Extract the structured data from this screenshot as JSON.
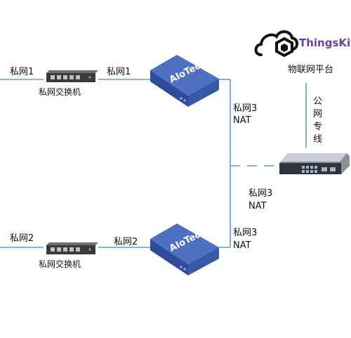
{
  "colors": {
    "line": "#5b9bd5",
    "gateway_top": "#4f6fc3",
    "gateway_side": "#3a58a8",
    "switch_body": "#3a3a3a",
    "brand_purple": "#6b3fa0"
  },
  "platform": {
    "brand_name": "ThingsKit",
    "caption": "物联网平台",
    "link_label": [
      "公",
      "网",
      "专",
      "线"
    ]
  },
  "top_branch": {
    "left_label": "私网1",
    "switch_caption": "私网交换机",
    "mid_label": "私网1",
    "gateway_name": "AIoTedge",
    "nat_net": "私网3",
    "nat_text": "NAT"
  },
  "router": {
    "nat_net": "私网3",
    "nat_text": "NAT"
  },
  "bottom_branch": {
    "left_label": "私网2",
    "switch_caption": "私网交换机",
    "mid_label": "私网2",
    "gateway_name": "AIoTedge",
    "nat_net": "私网3",
    "nat_text": "NAT"
  }
}
